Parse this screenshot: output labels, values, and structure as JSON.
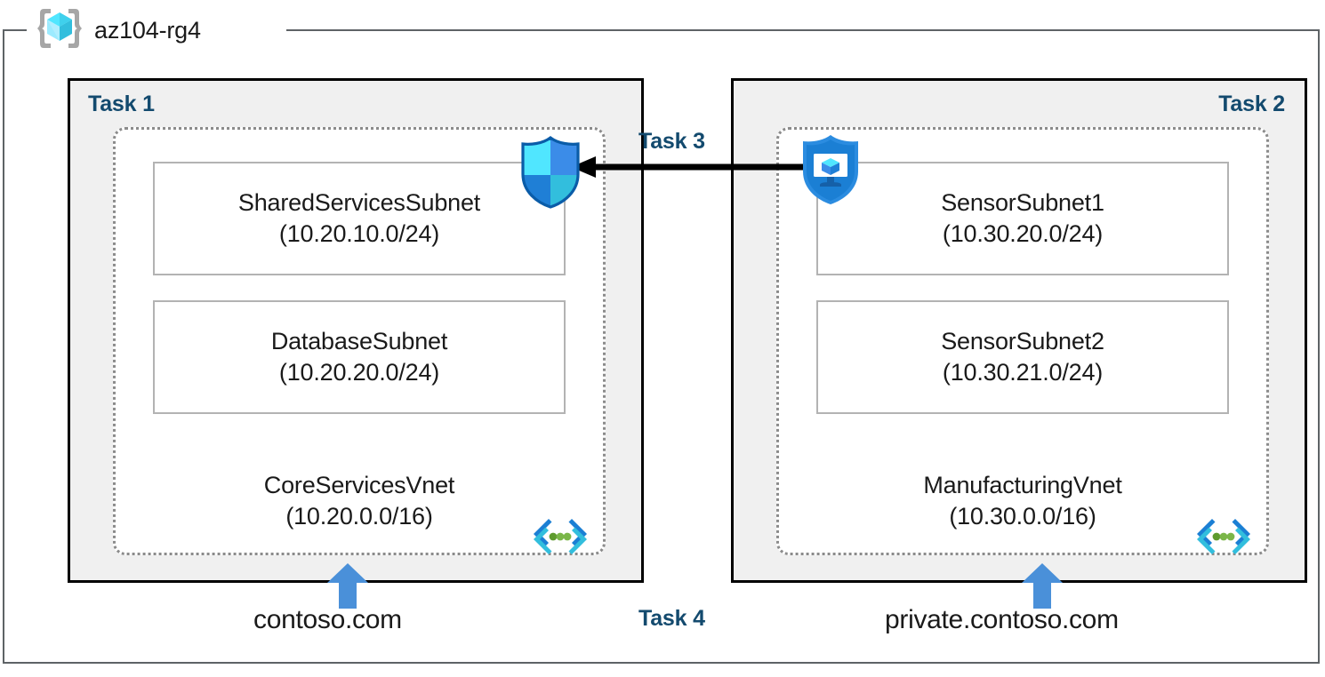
{
  "resource_group": {
    "name": "az104-rg4",
    "icon": "azure-resource-group-cube-icon"
  },
  "panels": [
    {
      "task_label": "Task 1",
      "align": "left",
      "vnet": {
        "name": "CoreServicesVnet",
        "cidr": "(10.20.0.0/16)",
        "icon": "vnet-connector-icon"
      },
      "subnets": [
        {
          "name": "SharedServicesSubnet",
          "cidr": "(10.20.10.0/24)"
        },
        {
          "name": "DatabaseSubnet",
          "cidr": "(10.20.20.0/24)"
        }
      ],
      "dns_zone": {
        "label": "contoso.com",
        "arrow": "up-arrow-icon"
      }
    },
    {
      "task_label": "Task 2",
      "align": "right",
      "vnet": {
        "name": "ManufacturingVnet",
        "cidr": "(10.30.0.0/16)",
        "icon": "vnet-connector-icon"
      },
      "subnets": [
        {
          "name": "SensorSubnet1",
          "cidr": "(10.30.20.0/24)"
        },
        {
          "name": "SensorSubnet2",
          "cidr": "(10.30.21.0/24)"
        }
      ],
      "dns_zone": {
        "label": "private.contoso.com",
        "arrow": "up-arrow-icon"
      }
    }
  ],
  "connection": {
    "task_label": "Task 3",
    "direction": "right-to-left",
    "source_icon": "shield-virtual-machine-icon",
    "target_icon": "shield-firewall-icon"
  },
  "task4": {
    "task_label": "Task 4"
  },
  "colors": {
    "task_label": "#134a6e",
    "panel_background": "#f0f0f0",
    "panel_border": "#000000",
    "vnet_border": "#8b8b8b",
    "subnet_border": "#b3b3b3",
    "rg_border": "#5e6366",
    "arrow_blue": "#4a90d9",
    "cube_cyan": "#50e6ff",
    "shield_blue": "#0078d4",
    "connector_green": "#5e9b2e"
  }
}
